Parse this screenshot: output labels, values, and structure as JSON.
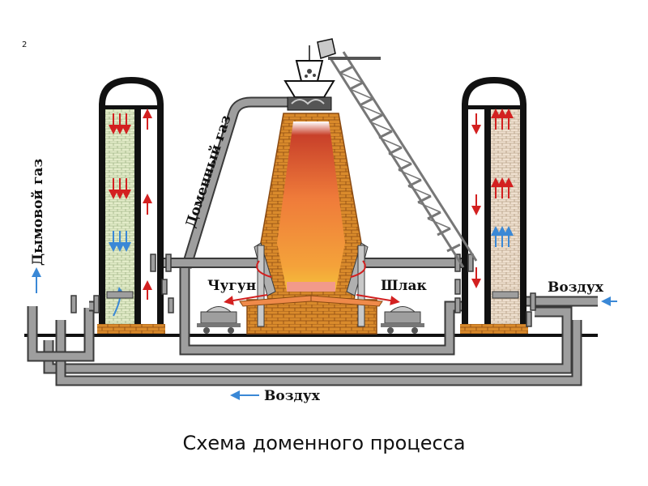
{
  "labels": {
    "smoke_gas": "Дымовой газ",
    "blast_gas": "Доменный газ",
    "iron": "Чугун",
    "slag": "Шлак",
    "air_right": "Воздух",
    "air_bottom": "Воздух"
  },
  "caption": "Схема доменного процесса",
  "corner_mark": "2",
  "colors": {
    "pipe": "#9e9e9e",
    "pipe_edge": "#3a3a3a",
    "brick": "#d98a2b",
    "brick_line": "#8a4a12",
    "flame_top": "#c8402a",
    "flame_mid": "#ef7b3a",
    "flame_bottom": "#f5c23a",
    "checker_left": "#e3ecc9",
    "checker_right": "#efe0cf",
    "arrow_red": "#d32020",
    "arrow_blue": "#3a88d6"
  }
}
